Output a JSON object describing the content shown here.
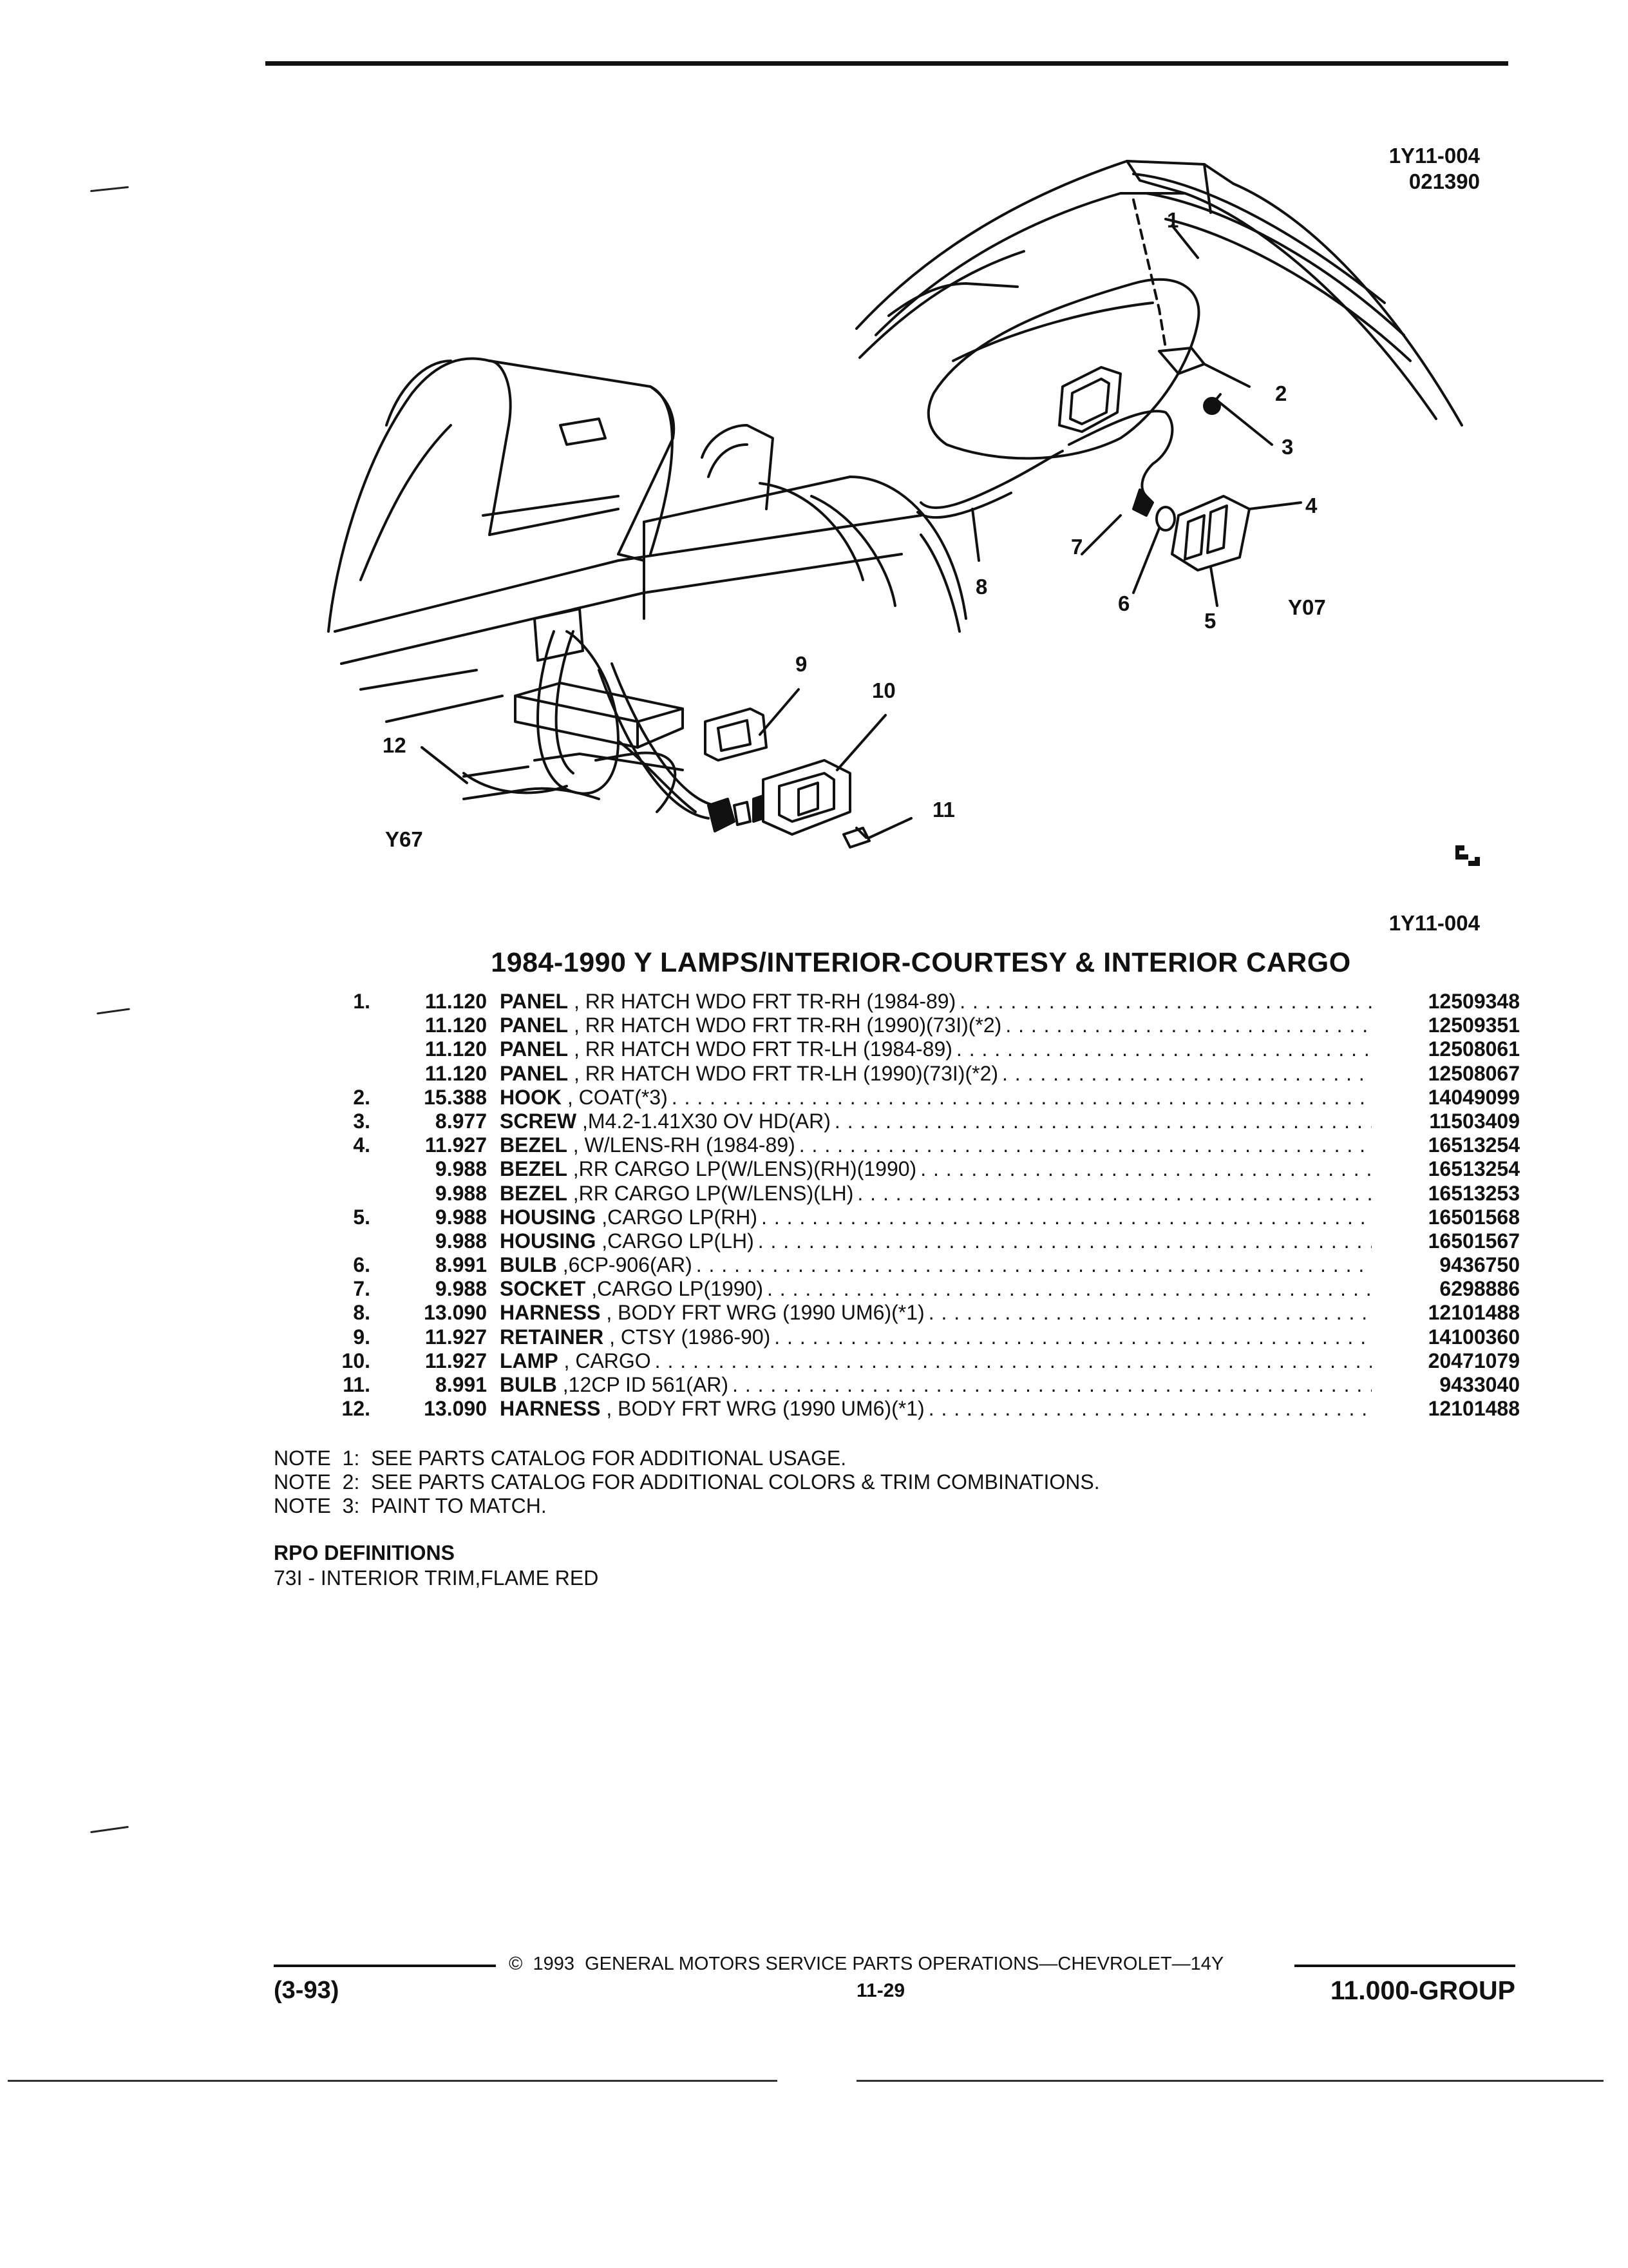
{
  "figure": {
    "code_top": "1Y11-004",
    "date_code": "021390",
    "code_bottom": "1Y11-004",
    "callouts": [
      "1",
      "2",
      "3",
      "4",
      "5",
      "6",
      "7",
      "8",
      "9",
      "10",
      "11",
      "12"
    ],
    "option_labels": {
      "y07": "Y07",
      "y67": "Y67"
    },
    "logo": "gm-service-parts-logo"
  },
  "section_title": "1984-1990 Y LAMPS/INTERIOR-COURTESY & INTERIOR CARGO",
  "parts": [
    {
      "item": "1.",
      "code": "11.120",
      "name": "PANEL",
      "spec": " , RR HATCH WDO FRT TR-RH (1984-89)",
      "part_no": "12509348"
    },
    {
      "item": "",
      "code": "11.120",
      "name": "PANEL",
      "spec": " , RR HATCH WDO FRT TR-RH (1990)(73I)(*2)",
      "part_no": "12509351"
    },
    {
      "item": "",
      "code": "11.120",
      "name": "PANEL",
      "spec": " , RR HATCH WDO FRT TR-LH (1984-89)",
      "part_no": "12508061"
    },
    {
      "item": "",
      "code": "11.120",
      "name": "PANEL",
      "spec": " , RR HATCH WDO FRT TR-LH (1990)(73I)(*2)",
      "part_no": "12508067"
    },
    {
      "item": "2.",
      "code": "15.388",
      "name": "HOOK",
      "spec": " , COAT(*3)",
      "part_no": "14049099"
    },
    {
      "item": "3.",
      "code": "8.977",
      "name": "SCREW",
      "spec": " ,M4.2-1.41X30 OV HD(AR)",
      "part_no": "11503409"
    },
    {
      "item": "4.",
      "code": "11.927",
      "name": "BEZEL",
      "spec": " , W/LENS-RH (1984-89)",
      "part_no": "16513254"
    },
    {
      "item": "",
      "code": "9.988",
      "name": "BEZEL",
      "spec": " ,RR CARGO LP(W/LENS)(RH)(1990)",
      "part_no": "16513254"
    },
    {
      "item": "",
      "code": "9.988",
      "name": "BEZEL",
      "spec": " ,RR CARGO LP(W/LENS)(LH)",
      "part_no": "16513253"
    },
    {
      "item": "5.",
      "code": "9.988",
      "name": "HOUSING",
      "spec": " ,CARGO LP(RH)",
      "part_no": "16501568"
    },
    {
      "item": "",
      "code": "9.988",
      "name": "HOUSING",
      "spec": " ,CARGO LP(LH)",
      "part_no": "16501567"
    },
    {
      "item": "6.",
      "code": "8.991",
      "name": "BULB",
      "spec": " ,6CP-906(AR)",
      "part_no": "9436750"
    },
    {
      "item": "7.",
      "code": "9.988",
      "name": "SOCKET",
      "spec": " ,CARGO LP(1990)",
      "part_no": "6298886"
    },
    {
      "item": "8.",
      "code": "13.090",
      "name": "HARNESS",
      "spec": " , BODY FRT WRG (1990 UM6)(*1)",
      "part_no": "12101488"
    },
    {
      "item": "9.",
      "code": "11.927",
      "name": "RETAINER",
      "spec": " , CTSY (1986-90)",
      "part_no": "14100360"
    },
    {
      "item": "10.",
      "code": "11.927",
      "name": "LAMP",
      "spec": " , CARGO",
      "part_no": "20471079"
    },
    {
      "item": "11.",
      "code": "8.991",
      "name": "BULB",
      "spec": " ,12CP ID 561(AR)",
      "part_no": "9433040"
    },
    {
      "item": "12.",
      "code": "13.090",
      "name": "HARNESS",
      "spec": " , BODY FRT WRG (1990 UM6)(*1)",
      "part_no": "12101488"
    }
  ],
  "notes": [
    "NOTE  1:  SEE PARTS CATALOG FOR ADDITIONAL USAGE.",
    "NOTE  2:  SEE PARTS CATALOG FOR ADDITIONAL COLORS & TRIM COMBINATIONS.",
    "NOTE  3:  PAINT TO MATCH."
  ],
  "rpo": {
    "heading": "RPO DEFINITIONS",
    "definition": "73I - INTERIOR TRIM,FLAME RED"
  },
  "footer": {
    "copyright": "©  1993  GENERAL MOTORS SERVICE PARTS OPERATIONS—CHEVROLET—14Y",
    "date": "(3-93)",
    "page": "11-29",
    "group": "11.000-GROUP"
  }
}
